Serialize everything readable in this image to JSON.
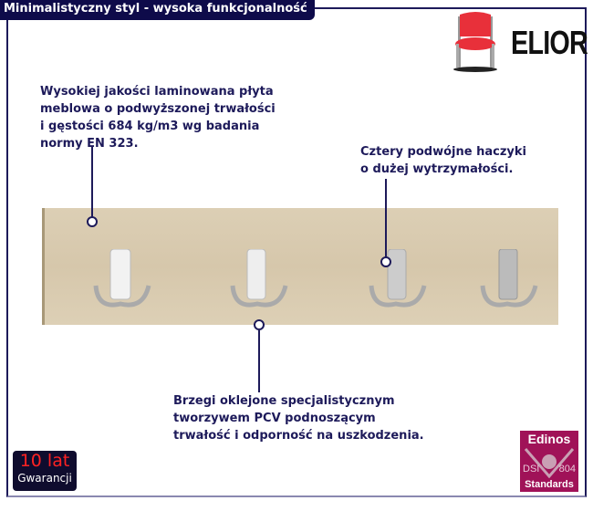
{
  "header": {
    "title": "Minimalistyczny styl - wysoka funkcjonalność",
    "brand": "ELIOR"
  },
  "callouts": [
    {
      "text": "Wysokiej jakości laminowana płyta\nmeblowa o podwyższonej trwałości\ni gęstości 684 kg/m3 wg badania\nnormy EN 323."
    },
    {
      "text": "Cztery podwójne haczyki\no dużej wytrzymałości."
    },
    {
      "text": "Brzegi oklejone specjalistycznym\ntworzywem PCV podnoszącym\ntrwałość i odporność na uszkodzenia."
    }
  ],
  "badges": {
    "warranty_years": "10 lat",
    "warranty_label": "Gwarancji",
    "cert_top": "Edinos",
    "cert_left": "DSI",
    "cert_right": "804",
    "cert_bottom": "Standards"
  },
  "colors": {
    "accent": "#1d1a5a",
    "cert": "#a01258"
  }
}
